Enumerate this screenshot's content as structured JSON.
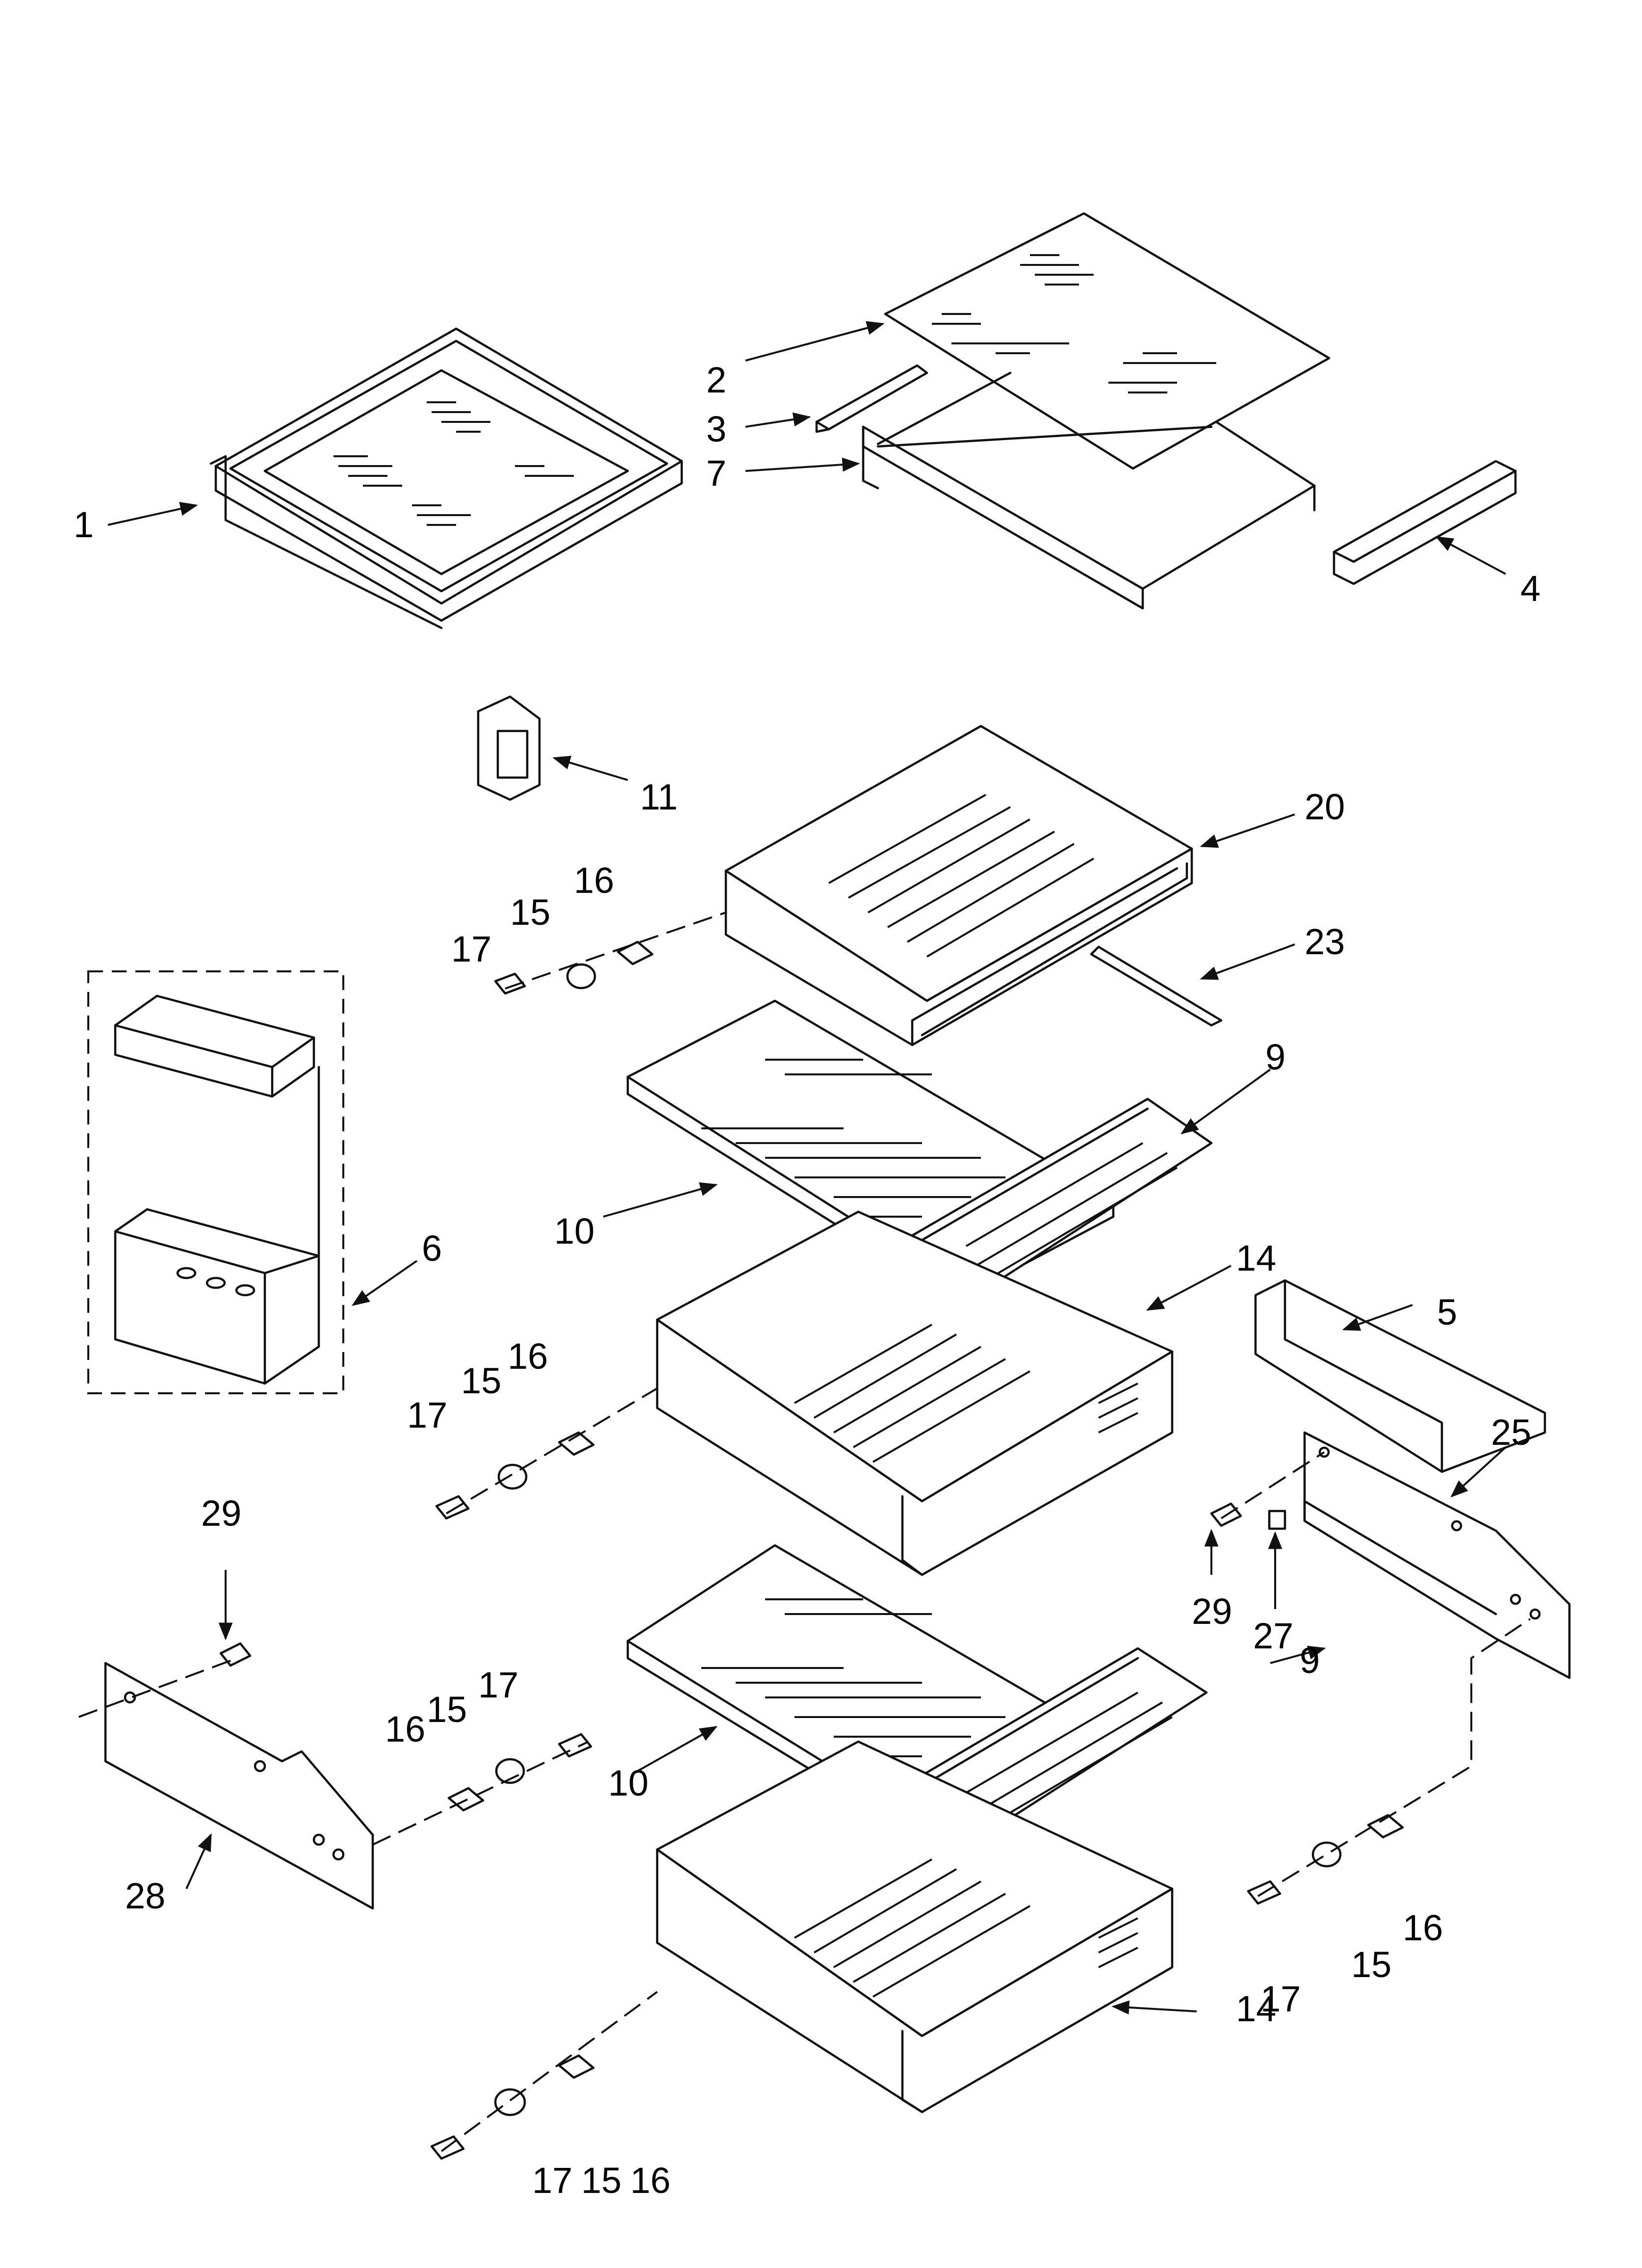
{
  "diagram": {
    "callouts": {
      "c1": "1",
      "c2": "2",
      "c3": "3",
      "c4": "4",
      "c5": "5",
      "c6": "6",
      "c7": "7",
      "c9a": "9",
      "c9b": "9",
      "c10a": "10",
      "c10b": "10",
      "c11": "11",
      "c14a": "14",
      "c14b": "14",
      "c15a": "15",
      "c15b": "15",
      "c15c": "15",
      "c15d": "15",
      "c15e": "15",
      "c16a": "16",
      "c16b": "16",
      "c16c": "16",
      "c16d": "16",
      "c16e": "16",
      "c17a": "17",
      "c17b": "17",
      "c17c": "17",
      "c17d": "17",
      "c17e": "17",
      "c20": "20",
      "c23": "23",
      "c25": "25",
      "c27": "27",
      "c28": "28",
      "c29a": "29",
      "c29b": "29"
    }
  }
}
